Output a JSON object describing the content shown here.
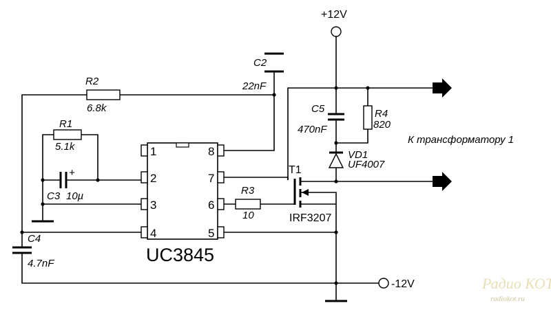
{
  "supply": {
    "positive": "+12V",
    "negative": "-12V"
  },
  "ic": {
    "name": "UC3845",
    "pins_left": [
      "1",
      "2",
      "3",
      "4"
    ],
    "pins_right": [
      "8",
      "7",
      "6",
      "5"
    ]
  },
  "components": {
    "R1": {
      "ref": "R1",
      "value": "5.1k"
    },
    "R2": {
      "ref": "R2",
      "value": "6.8k"
    },
    "R3": {
      "ref": "R3",
      "value": "10"
    },
    "R4": {
      "ref": "R4",
      "value": "820"
    },
    "C2": {
      "ref": "C2",
      "value": "22nF"
    },
    "C3": {
      "ref": "C3",
      "value": "10µ",
      "polarity": "+"
    },
    "C4": {
      "ref": "C4",
      "value": "4.7nF"
    },
    "C5": {
      "ref": "C5",
      "value": "470nF"
    },
    "VD1": {
      "ref": "VD1",
      "value": "UF4007"
    },
    "T1": {
      "ref": "T1",
      "value": "IRF3207"
    }
  },
  "output_label": "К трансформатору 1",
  "watermark": {
    "line1": "Радио КОТ",
    "line2": "radiokot.ru"
  }
}
